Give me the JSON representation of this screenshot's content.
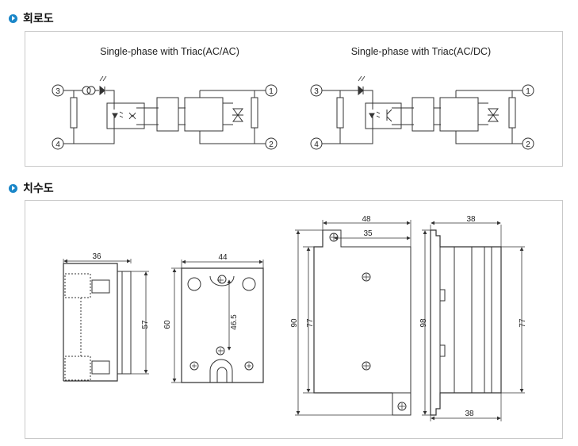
{
  "sections": {
    "circuit_heading": "회로도",
    "dimension_heading": "치수도"
  },
  "circuits": [
    {
      "title": "Single-phase with Triac(AC/AC)",
      "terminals": [
        "3",
        "4",
        "1",
        "2"
      ]
    },
    {
      "title": "Single-phase with Triac(AC/DC)",
      "terminals": [
        "3",
        "4",
        "1",
        "2"
      ]
    }
  ],
  "dimensions": {
    "side_view": {
      "width": "36",
      "height": "57"
    },
    "front_view": {
      "width": "44",
      "height": "60",
      "hole_pitch": "46.5"
    },
    "rail_view": {
      "width": "48",
      "hole_pitch": "35",
      "height": "90",
      "body_height": "77"
    },
    "rail_side_view": {
      "top_width": "38",
      "bottom_width": "38",
      "height": "98",
      "body_height": "77"
    }
  },
  "colors": {
    "accent": "#1a86c8",
    "line": "#333333",
    "panel_border": "#c9c9c9"
  }
}
